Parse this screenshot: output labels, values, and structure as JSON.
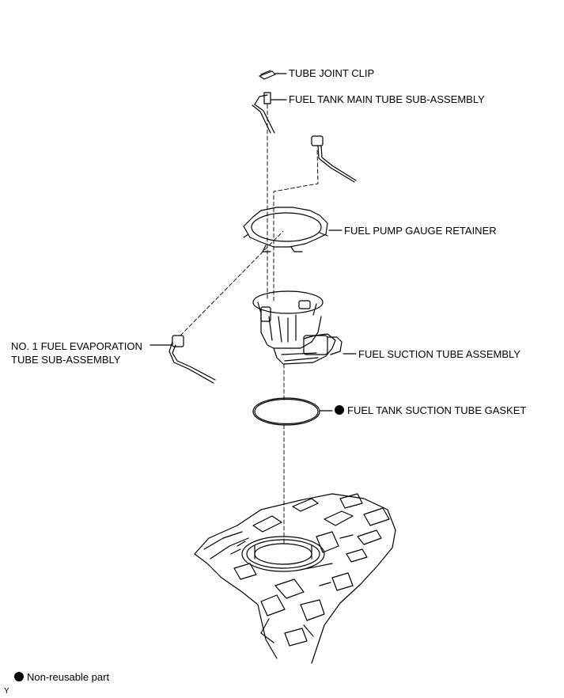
{
  "labels": {
    "tube_joint_clip": "TUBE JOINT CLIP",
    "main_tube": "FUEL TANK MAIN TUBE SUB-ASSEMBLY",
    "retainer": "FUEL PUMP GAUGE RETAINER",
    "evap_tube_line1": "NO. 1 FUEL EVAPORATION",
    "evap_tube_line2": "TUBE SUB-ASSEMBLY",
    "suction_tube": "FUEL SUCTION TUBE ASSEMBLY",
    "gasket": "FUEL TANK SUCTION TUBE GASKET"
  },
  "legend": {
    "non_reusable": "Non-reusable part"
  },
  "corner_code": "Y"
}
